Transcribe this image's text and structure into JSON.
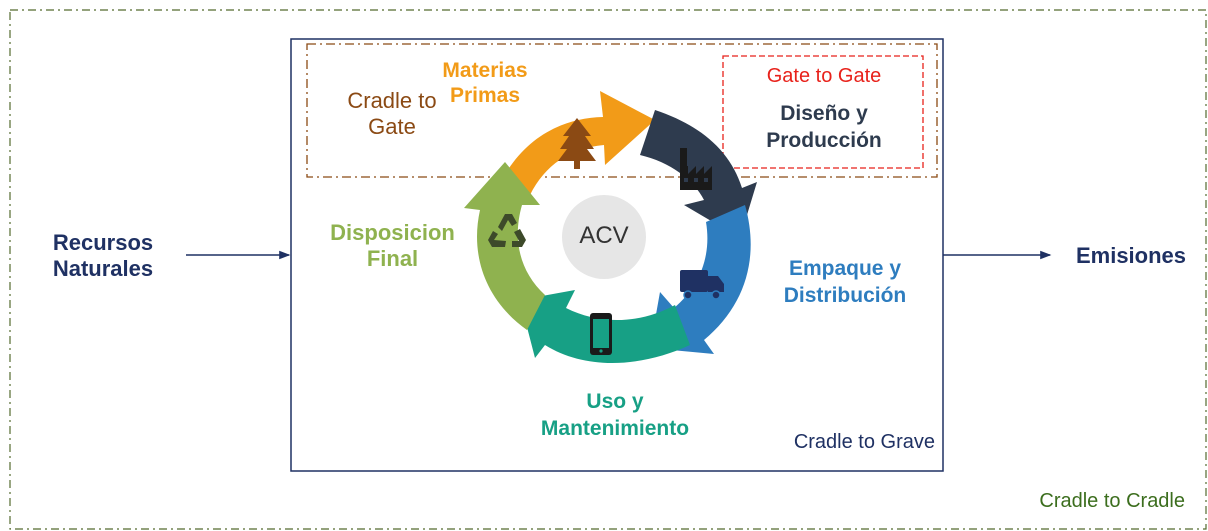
{
  "scopes": {
    "cradle_to_cradle": "Cradle to Cradle",
    "cradle_to_grave": "Cradle to Grave",
    "cradle_to_gate": [
      "Cradle to",
      "Gate"
    ],
    "gate_to_gate": "Gate to Gate"
  },
  "inputs": {
    "recursos": [
      "Recursos",
      "Naturales"
    ]
  },
  "outputs": {
    "emisiones": "Emisiones"
  },
  "center": {
    "label": "ACV"
  },
  "stages": {
    "materias_primas": [
      "Materias",
      "Primas"
    ],
    "diseno": [
      "Diseño y",
      "Producción"
    ],
    "empaque": [
      "Empaque y",
      "Distribución"
    ],
    "uso": [
      "Uso y",
      "Mantenimiento"
    ],
    "disposicion": [
      "Disposicion",
      "Final"
    ]
  },
  "colors": {
    "navy": "#1F3163",
    "orange": "#F29B18",
    "dark_slate": "#2E3B4E",
    "blue": "#2E7DBF",
    "teal": "#17A085",
    "green": "#8FB24F",
    "brown": "#8B4A14",
    "red": "#E8221B",
    "dark_green": "#3C6E1E",
    "light_gray": "#E6E6E6"
  },
  "icons": [
    "tree-icon",
    "factory-icon",
    "truck-icon",
    "phone-icon",
    "recycle-icon"
  ]
}
